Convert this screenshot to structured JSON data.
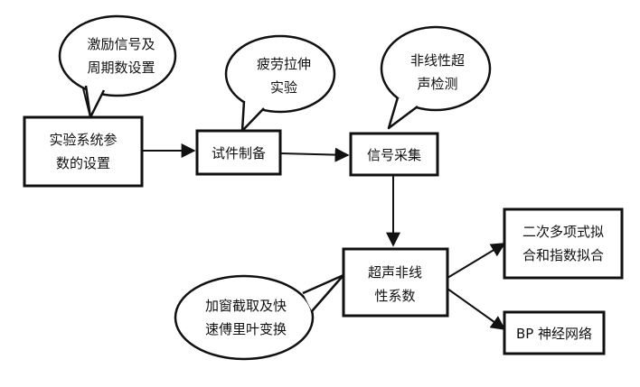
{
  "nodes": {
    "param_setup": [
      "实验系统参",
      "数的设置"
    ],
    "specimen": [
      "试件制备"
    ],
    "signal": [
      "信号采集"
    ],
    "nonlinear_coef": [
      "超声非线",
      "性系数"
    ],
    "poly_fit": [
      "二次多项式拟",
      "合和指数拟合"
    ],
    "bp_net": [
      "BP 神经网络"
    ]
  },
  "callouts": {
    "excitation": [
      "激励信号及",
      "周期数设置"
    ],
    "fatigue": [
      "疲劳拉伸",
      "实验"
    ],
    "ultrasonic": [
      "非线性超",
      "声检测"
    ],
    "windowing": [
      "加窗截取及快",
      "速傅里叶变换"
    ]
  },
  "colors": {
    "stroke": "#111111",
    "fill": "#ffffff"
  }
}
